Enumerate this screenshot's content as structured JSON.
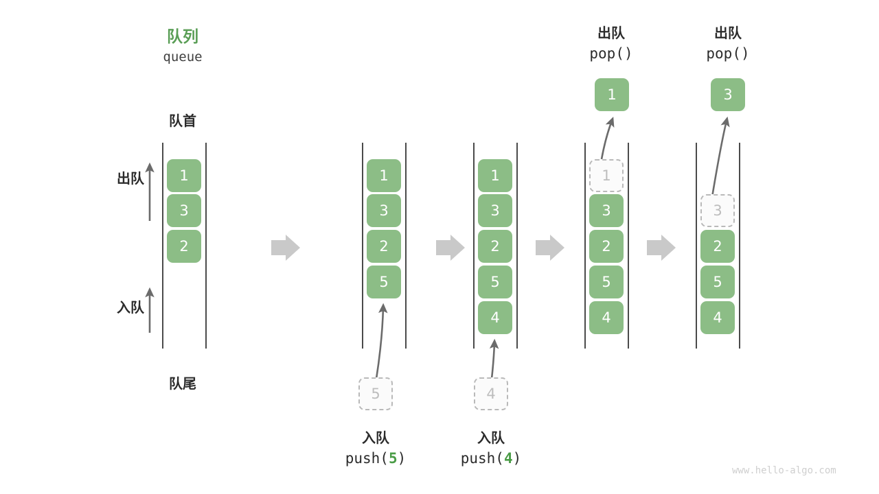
{
  "watermark": "www.hello-algo.com",
  "header": {
    "title_cn": "队列",
    "title_code": "queue",
    "title_color": "#5a9e56"
  },
  "labels": {
    "front": "队首",
    "rear": "队尾",
    "dequeue": "出队",
    "enqueue": "入队"
  },
  "colors": {
    "element": "#8cbd86",
    "ghost_fill": "#fbfbfb",
    "ghost_border": "#b9b9b9",
    "ghost_text": "#bdbdbd",
    "rail": "#4a4a4a",
    "arrow": "#6b6b6b",
    "step_arrow": "#c9c9c9",
    "accent": "#4a9c46"
  },
  "chart_data": {
    "type": "diagram",
    "title": "队列 queue — push/pop 操作示意",
    "columns": [
      {
        "name": "initial",
        "cells": [
          "1",
          "3",
          "2"
        ],
        "ghosts": []
      },
      {
        "name": "after-push-5",
        "cells": [
          "1",
          "3",
          "2",
          "5"
        ],
        "ghosts": []
      },
      {
        "name": "after-push-4",
        "cells": [
          "1",
          "3",
          "2",
          "5",
          "4"
        ],
        "ghosts": []
      },
      {
        "name": "pop-1",
        "cells": [
          "1",
          "3",
          "2",
          "5",
          "4"
        ],
        "ghosts": [
          "1"
        ]
      },
      {
        "name": "pop-3",
        "cells": [
          "",
          "3",
          "2",
          "5",
          "4"
        ],
        "ghosts": [
          "3"
        ]
      }
    ]
  },
  "columns": [
    {
      "id": "col1",
      "cells": [
        {
          "value": "1",
          "state": "filled"
        },
        {
          "value": "3",
          "state": "filled"
        },
        {
          "value": "2",
          "state": "filled"
        }
      ]
    },
    {
      "id": "col2",
      "cells": [
        {
          "value": "1",
          "state": "filled"
        },
        {
          "value": "3",
          "state": "filled"
        },
        {
          "value": "2",
          "state": "filled"
        },
        {
          "value": "5",
          "state": "filled"
        }
      ]
    },
    {
      "id": "col3",
      "cells": [
        {
          "value": "1",
          "state": "filled"
        },
        {
          "value": "3",
          "state": "filled"
        },
        {
          "value": "2",
          "state": "filled"
        },
        {
          "value": "5",
          "state": "filled"
        },
        {
          "value": "4",
          "state": "filled"
        }
      ]
    },
    {
      "id": "col4",
      "cells": [
        {
          "value": "1",
          "state": "ghost"
        },
        {
          "value": "3",
          "state": "filled"
        },
        {
          "value": "2",
          "state": "filled"
        },
        {
          "value": "5",
          "state": "filled"
        },
        {
          "value": "4",
          "state": "filled"
        }
      ]
    },
    {
      "id": "col5",
      "cells": [
        {
          "value": "3",
          "state": "ghost"
        },
        {
          "value": "2",
          "state": "filled"
        },
        {
          "value": "5",
          "state": "filled"
        },
        {
          "value": "4",
          "state": "filled"
        }
      ]
    }
  ],
  "operations": {
    "push5": {
      "ghost_value": "5",
      "label_cn": "入队",
      "code_prefix": "push(",
      "code_arg": "5",
      "code_suffix": ")"
    },
    "push4": {
      "ghost_value": "4",
      "label_cn": "入队",
      "code_prefix": "push(",
      "code_arg": "4",
      "code_suffix": ")"
    },
    "pop1": {
      "label_cn": "出队",
      "code": "pop()",
      "popped_value": "1"
    },
    "pop3": {
      "label_cn": "出队",
      "code": "pop()",
      "popped_value": "3"
    }
  }
}
